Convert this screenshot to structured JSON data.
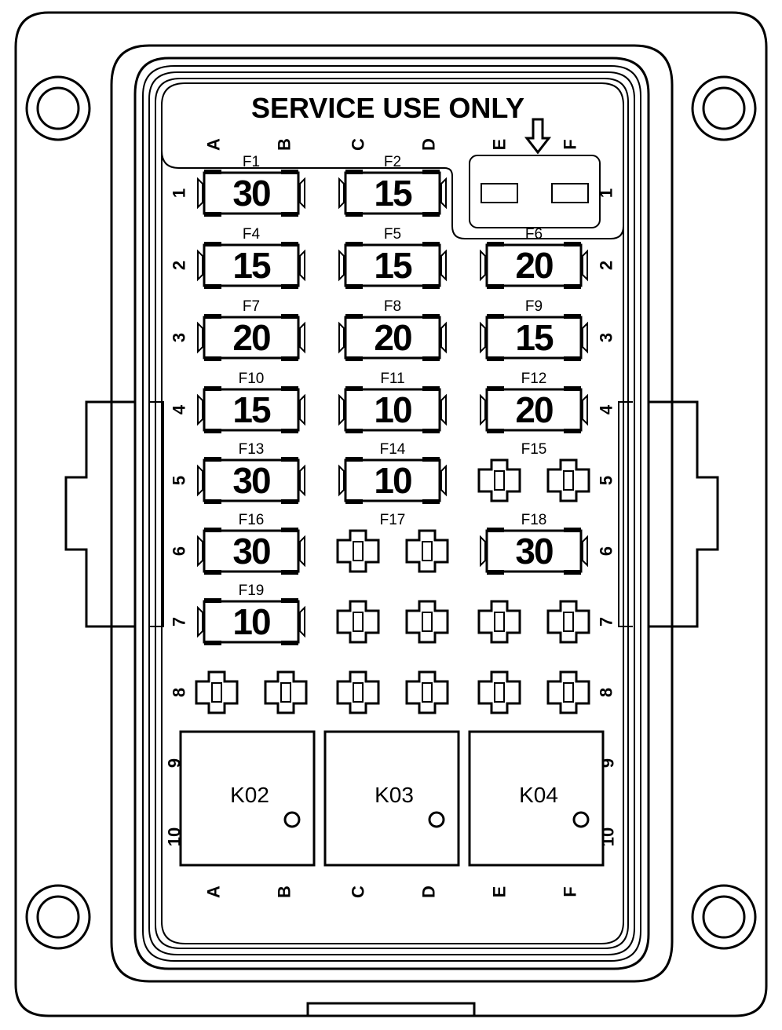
{
  "title": "SERVICE USE ONLY",
  "column_letters_top": [
    {
      "id": "A",
      "label": "A"
    },
    {
      "id": "B",
      "label": "B"
    },
    {
      "id": "C",
      "label": "C"
    },
    {
      "id": "D",
      "label": "D"
    },
    {
      "id": "E",
      "label": "E"
    },
    {
      "id": "F",
      "label": "F"
    }
  ],
  "column_letters_bottom": [
    {
      "id": "A",
      "label": "A"
    },
    {
      "id": "B",
      "label": "B"
    },
    {
      "id": "C",
      "label": "C"
    },
    {
      "id": "D",
      "label": "D"
    },
    {
      "id": "E",
      "label": "E"
    },
    {
      "id": "F",
      "label": "F"
    }
  ],
  "row_numbers_left": [
    "1",
    "2",
    "3",
    "4",
    "5",
    "6",
    "7",
    "8"
  ],
  "row_numbers_right": [
    "1",
    "2",
    "3",
    "4",
    "5",
    "6",
    "7",
    "8"
  ],
  "relay_pin_numbers": {
    "left": [
      "9",
      "10"
    ],
    "right": [
      "9",
      "10"
    ]
  },
  "fuses": [
    {
      "label": "F1",
      "rating": "30",
      "row": 1,
      "col": 1
    },
    {
      "label": "F2",
      "rating": "15",
      "row": 1,
      "col": 2
    },
    {
      "label": "F4",
      "rating": "15",
      "row": 2,
      "col": 1
    },
    {
      "label": "F5",
      "rating": "15",
      "row": 2,
      "col": 2
    },
    {
      "label": "F6",
      "rating": "20",
      "row": 2,
      "col": 3
    },
    {
      "label": "F7",
      "rating": "20",
      "row": 3,
      "col": 1
    },
    {
      "label": "F8",
      "rating": "20",
      "row": 3,
      "col": 2
    },
    {
      "label": "F9",
      "rating": "15",
      "row": 3,
      "col": 3
    },
    {
      "label": "F10",
      "rating": "15",
      "row": 4,
      "col": 1
    },
    {
      "label": "F11",
      "rating": "10",
      "row": 4,
      "col": 2
    },
    {
      "label": "F12",
      "rating": "20",
      "row": 4,
      "col": 3
    },
    {
      "label": "F13",
      "rating": "30",
      "row": 5,
      "col": 1
    },
    {
      "label": "F14",
      "rating": "10",
      "row": 5,
      "col": 2
    },
    {
      "label": "F16",
      "rating": "30",
      "row": 6,
      "col": 1
    },
    {
      "label": "F18",
      "rating": "30",
      "row": 6,
      "col": 3
    },
    {
      "label": "F19",
      "rating": "10",
      "row": 7,
      "col": 1
    }
  ],
  "empty_fuse_slots": [
    {
      "label": "F15",
      "row": 5,
      "col": 3
    },
    {
      "label": "F17",
      "row": 6,
      "col": 2
    }
  ],
  "relays": [
    {
      "label": "K02"
    },
    {
      "label": "K03"
    },
    {
      "label": "K04"
    }
  ]
}
